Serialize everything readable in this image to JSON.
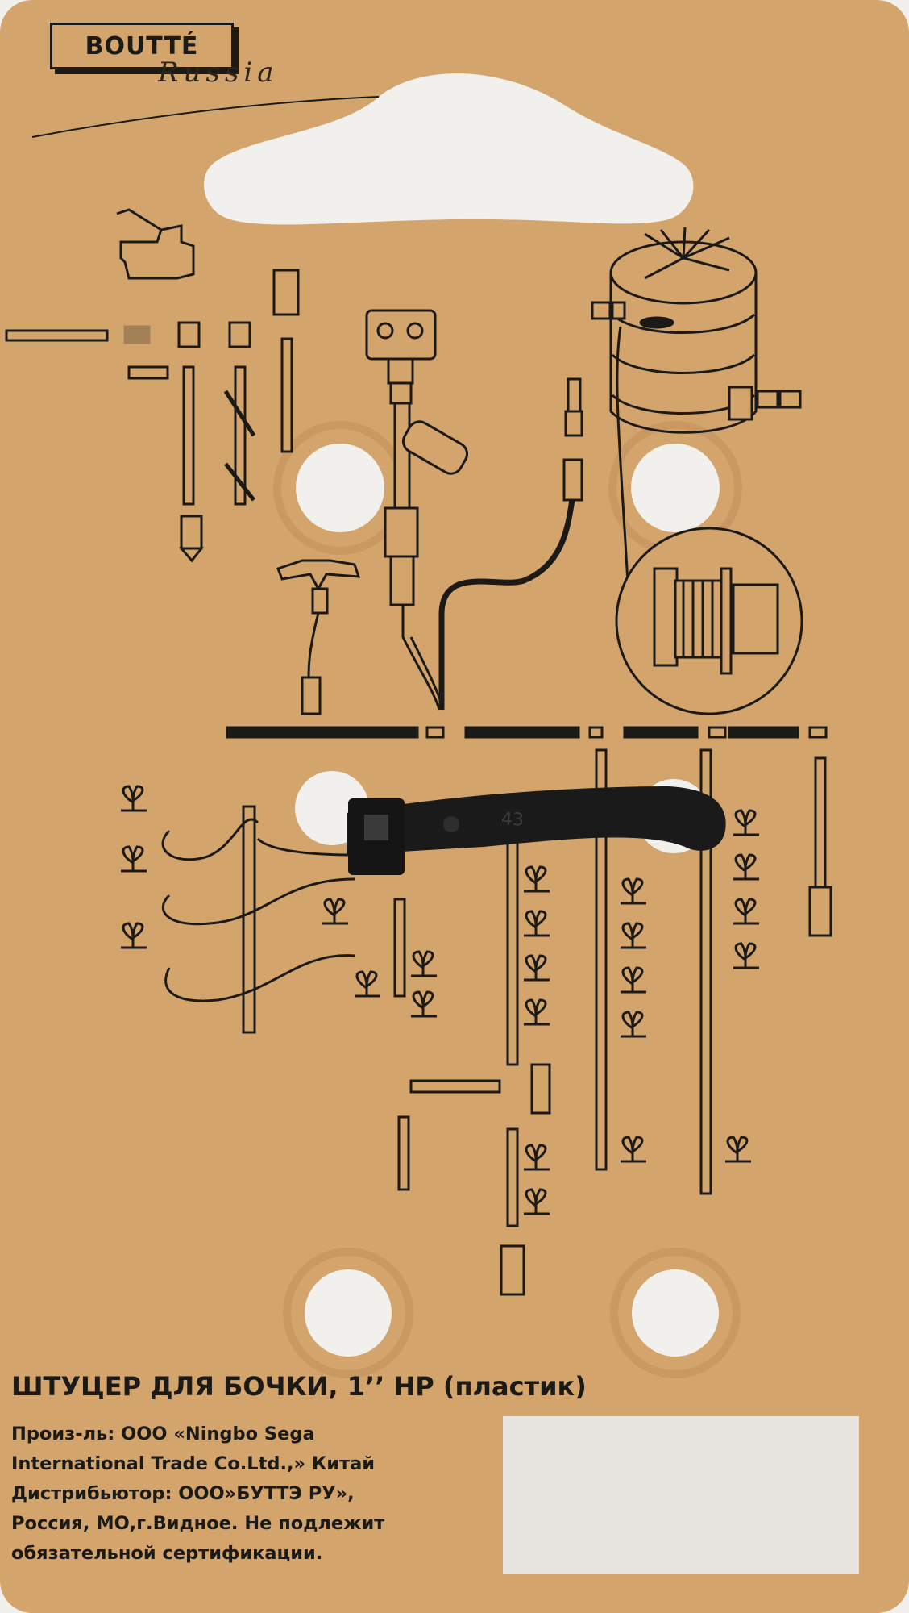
{
  "brand": {
    "name": "BOUTTÉ",
    "signature": "Russia"
  },
  "product": {
    "title": "ШТУЦЕР ДЛЯ БОЧКИ, 1’’ НР (пластик)",
    "info_lines": [
      "Произ-ль: ООО «Ningbo Sega",
      "International Trade Co.Ltd.,» Китай",
      "Дистрибьютор: ООО»БУТТЭ РУ»,",
      "Россия, МО,г.Видное. Не подлежит",
      "обязательной сертификации."
    ]
  },
  "cable_tie": {
    "marking": "43"
  },
  "colors": {
    "card": "#d3a46c",
    "ink": "#1c1a17",
    "background": "#f2f0ec",
    "sticker": "#e8e4df",
    "tie": "#1a1a1a"
  }
}
